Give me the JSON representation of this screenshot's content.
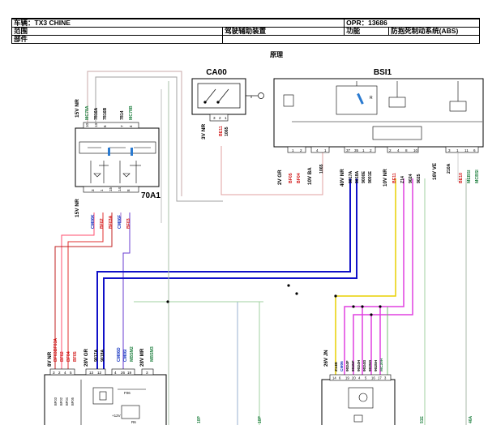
{
  "header": {
    "vehicle": "车辆：TX3 CHINE",
    "opr": "OPR：13686",
    "range_label": "范围",
    "range_value": "驾驶辅助装置",
    "function_label": "功能",
    "function_value": "防抱死制动系统(ABS)",
    "part_label": "部件"
  },
  "diagram": {
    "title": "原理",
    "components": {
      "ca00": {
        "id": "CA00",
        "connector": "3V NR",
        "pins": [
          "3",
          "2",
          "1"
        ],
        "wires": [
          "BE11",
          "1065"
        ]
      },
      "bsi1": {
        "id": "BSI1"
      },
      "c70a1": {
        "id": "70A1",
        "top_connector": "15V NR",
        "top_wires": [
          "MC78A",
          "7816A",
          "7816B",
          "7814",
          "MC78B"
        ],
        "top_pins": [
          "10",
          "13",
          "6",
          "7",
          "4"
        ],
        "bottom_connector": "15V NR",
        "bottom_wires": [
          "CM06K",
          "BF02",
          "BF03A",
          "CM06F",
          "BF03"
        ],
        "bottom_pins": [
          "3",
          "1",
          "15",
          "14",
          "8"
        ]
      },
      "bsi_left": {
        "connector": "2V GR",
        "wires": [
          "BF05",
          "BF04"
        ],
        "pins": [
          "1",
          "2"
        ],
        "connector2": "10V BA",
        "wires2": [
          "1065"
        ],
        "pins2": [
          "4",
          "1"
        ]
      },
      "bsi_mid": {
        "connector": "40V NR",
        "wires": [
          "9017A",
          "9018A",
          "9000E",
          "9001E"
        ],
        "pins": [
          "37",
          "35",
          "1",
          "2"
        ],
        "connector2": "10V NR",
        "wires2": [
          "BE11",
          "Z14",
          "9024",
          "9025"
        ],
        "pins2": [
          "2",
          "4",
          "8",
          "10"
        ]
      },
      "bsi_right": {
        "connector": "16V VE",
        "wires": [
          "210A"
        ],
        "pins": [
          "3",
          "1",
          "11"
        ],
        "wires2": [
          "BE10",
          "MEBSI",
          "MCBSI"
        ],
        "pins2": [
          "6"
        ]
      },
      "bottom_left": {
        "c1": "8V NR",
        "c1_wires": [
          "BF03BF03A",
          "BF02",
          "BF04",
          "BF05"
        ],
        "c1_pins": [
          "3",
          "2",
          "4",
          "5"
        ],
        "c2": "28V GR",
        "c2_wires": [
          "9017A",
          "9018A"
        ],
        "c2_pins": [
          "13",
          "12"
        ],
        "c3_wires": [
          "CM06D",
          "CM06I",
          "MBSM2"
        ],
        "c3_pins": [
          "4",
          "26",
          "19"
        ],
        "c4": "28V MR",
        "c4_wires": [
          "MBSM3"
        ],
        "c4_pins": [
          "3"
        ],
        "labels": [
          "F06",
          "+12V",
          "R6"
        ],
        "left_labels": [
          "BF03",
          "BF02",
          "BF04",
          "BF05"
        ]
      },
      "bottom_mid": {
        "connector": "26V JN",
        "wires": [
          "Z14B",
          "CM06",
          "9024F",
          "9025F",
          "9024H",
          "9024G",
          "9025G",
          "9025H",
          "MC20H"
        ],
        "pins": [
          "14",
          "6",
          "19",
          "20",
          "4",
          "5",
          "16",
          "17",
          "3"
        ]
      }
    },
    "bottom_labels": [
      "10P",
      "10P",
      "51E",
      "46A"
    ]
  }
}
